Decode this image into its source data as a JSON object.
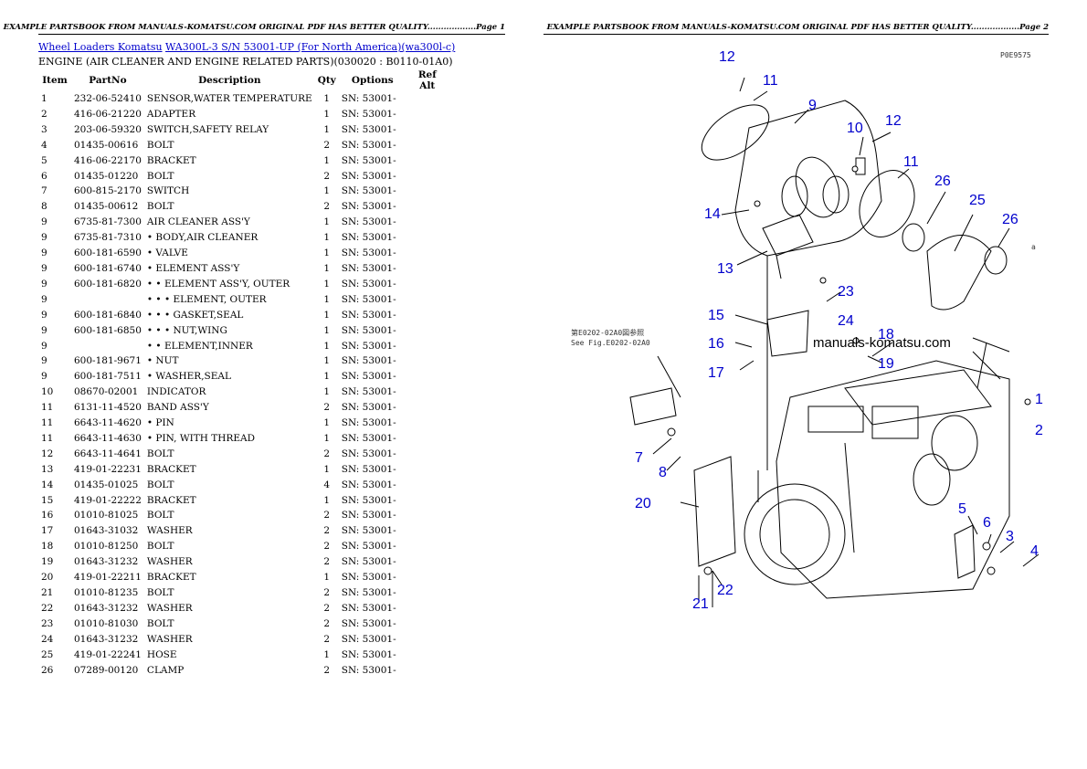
{
  "page1": {
    "header": "EXAMPLE PARTSBOOK FROM MANUALS-KOMATSU.COM ORIGINAL PDF HAS BETTER QUALITY..................Page 1",
    "breadcrumb": {
      "link1": "Wheel Loaders Komatsu",
      "link2": "WA300L-3 S/N 53001-UP (For North America)(wa300l-c)"
    },
    "section_title": "ENGINE (AIR CLEANER AND ENGINE RELATED PARTS)(030020 : B0110-01A0)",
    "columns": [
      "Item",
      "PartNo",
      "Description",
      "Qty",
      "Options",
      "Ref Alt"
    ],
    "rows": [
      {
        "item": "1",
        "part": "232-06-52410",
        "desc": "SENSOR,WATER TEMPERATURE",
        "qty": "1",
        "opt": "SN: 53001-"
      },
      {
        "item": "2",
        "part": "416-06-21220",
        "desc": "ADAPTER",
        "qty": "1",
        "opt": "SN: 53001-"
      },
      {
        "item": "3",
        "part": "203-06-59320",
        "desc": "SWITCH,SAFETY RELAY",
        "qty": "1",
        "opt": "SN: 53001-"
      },
      {
        "item": "4",
        "part": "01435-00616",
        "desc": "BOLT",
        "qty": "2",
        "opt": "SN: 53001-"
      },
      {
        "item": "5",
        "part": "416-06-22170",
        "desc": "BRACKET",
        "qty": "1",
        "opt": "SN: 53001-"
      },
      {
        "item": "6",
        "part": "01435-01220",
        "desc": "BOLT",
        "qty": "2",
        "opt": "SN: 53001-"
      },
      {
        "item": "7",
        "part": "600-815-2170",
        "desc": "SWITCH",
        "qty": "1",
        "opt": "SN: 53001-"
      },
      {
        "item": "8",
        "part": "01435-00612",
        "desc": "BOLT",
        "qty": "2",
        "opt": "SN: 53001-"
      },
      {
        "item": "9",
        "part": "6735-81-7300",
        "desc": "AIR CLEANER ASS'Y",
        "qty": "1",
        "opt": "SN: 53001-"
      },
      {
        "item": "9",
        "part": "6735-81-7310",
        "desc": "• BODY,AIR CLEANER",
        "qty": "1",
        "opt": "SN: 53001-"
      },
      {
        "item": "9",
        "part": "600-181-6590",
        "desc": "• VALVE",
        "qty": "1",
        "opt": "SN: 53001-"
      },
      {
        "item": "9",
        "part": "600-181-6740",
        "desc": "• ELEMENT ASS'Y",
        "qty": "1",
        "opt": "SN: 53001-"
      },
      {
        "item": "9",
        "part": "600-181-6820",
        "desc": "• • ELEMENT ASS'Y, OUTER",
        "qty": "1",
        "opt": "SN: 53001-"
      },
      {
        "item": "9",
        "part": "",
        "desc": "• • • ELEMENT, OUTER",
        "qty": "1",
        "opt": "SN: 53001-"
      },
      {
        "item": "9",
        "part": "600-181-6840",
        "desc": "• • • GASKET,SEAL",
        "qty": "1",
        "opt": "SN: 53001-"
      },
      {
        "item": "9",
        "part": "600-181-6850",
        "desc": "• • • NUT,WING",
        "qty": "1",
        "opt": "SN: 53001-"
      },
      {
        "item": "9",
        "part": "",
        "desc": "• • ELEMENT,INNER",
        "qty": "1",
        "opt": "SN: 53001-"
      },
      {
        "item": "9",
        "part": "600-181-9671",
        "desc": "• NUT",
        "qty": "1",
        "opt": "SN: 53001-"
      },
      {
        "item": "9",
        "part": "600-181-7511",
        "desc": "• WASHER,SEAL",
        "qty": "1",
        "opt": "SN: 53001-"
      },
      {
        "item": "10",
        "part": "08670-02001",
        "desc": "INDICATOR",
        "qty": "1",
        "opt": "SN: 53001-"
      },
      {
        "item": "11",
        "part": "6131-11-4520",
        "desc": "BAND ASS'Y",
        "qty": "2",
        "opt": "SN: 53001-"
      },
      {
        "item": "11",
        "part": "6643-11-4620",
        "desc": "• PIN",
        "qty": "1",
        "opt": "SN: 53001-"
      },
      {
        "item": "11",
        "part": "6643-11-4630",
        "desc": "• PIN, WITH THREAD",
        "qty": "1",
        "opt": "SN: 53001-"
      },
      {
        "item": "12",
        "part": "6643-11-4641",
        "desc": "BOLT",
        "qty": "2",
        "opt": "SN: 53001-"
      },
      {
        "item": "13",
        "part": "419-01-22231",
        "desc": "BRACKET",
        "qty": "1",
        "opt": "SN: 53001-"
      },
      {
        "item": "14",
        "part": "01435-01025",
        "desc": "BOLT",
        "qty": "4",
        "opt": "SN: 53001-"
      },
      {
        "item": "15",
        "part": "419-01-22222",
        "desc": "BRACKET",
        "qty": "1",
        "opt": "SN: 53001-"
      },
      {
        "item": "16",
        "part": "01010-81025",
        "desc": "BOLT",
        "qty": "2",
        "opt": "SN: 53001-"
      },
      {
        "item": "17",
        "part": "01643-31032",
        "desc": "WASHER",
        "qty": "2",
        "opt": "SN: 53001-"
      },
      {
        "item": "18",
        "part": "01010-81250",
        "desc": "BOLT",
        "qty": "2",
        "opt": "SN: 53001-"
      },
      {
        "item": "19",
        "part": "01643-31232",
        "desc": "WASHER",
        "qty": "2",
        "opt": "SN: 53001-"
      },
      {
        "item": "20",
        "part": "419-01-22211",
        "desc": "BRACKET",
        "qty": "1",
        "opt": "SN: 53001-"
      },
      {
        "item": "21",
        "part": "01010-81235",
        "desc": "BOLT",
        "qty": "2",
        "opt": "SN: 53001-"
      },
      {
        "item": "22",
        "part": "01643-31232",
        "desc": "WASHER",
        "qty": "2",
        "opt": "SN: 53001-"
      },
      {
        "item": "23",
        "part": "01010-81030",
        "desc": "BOLT",
        "qty": "2",
        "opt": "SN: 53001-"
      },
      {
        "item": "24",
        "part": "01643-31232",
        "desc": "WASHER",
        "qty": "2",
        "opt": "SN: 53001-"
      },
      {
        "item": "25",
        "part": "419-01-22241",
        "desc": "HOSE",
        "qty": "1",
        "opt": "SN: 53001-"
      },
      {
        "item": "26",
        "part": "07289-00120",
        "desc": "CLAMP",
        "qty": "2",
        "opt": "SN: 53001-"
      }
    ]
  },
  "page2": {
    "header": "EXAMPLE PARTSBOOK FROM MANUALS-KOMATSU.COM ORIGINAL PDF HAS BETTER QUALITY..................Page 2",
    "diagram": {
      "code": "P0E9575",
      "watermark": "manuals-komatsu.com",
      "ref_note_1": "第E0202-02A0図参照",
      "ref_note_2": "See Fig.E0202-02A0",
      "arrow_a": "a",
      "callouts": [
        "12",
        "11",
        "9",
        "10",
        "12",
        "11",
        "26",
        "25",
        "26",
        "14",
        "13",
        "23",
        "15",
        "24",
        "16",
        "18",
        "17",
        "19",
        "1",
        "2",
        "7",
        "8",
        "20",
        "5",
        "6",
        "3",
        "4",
        "22",
        "21"
      ]
    }
  }
}
